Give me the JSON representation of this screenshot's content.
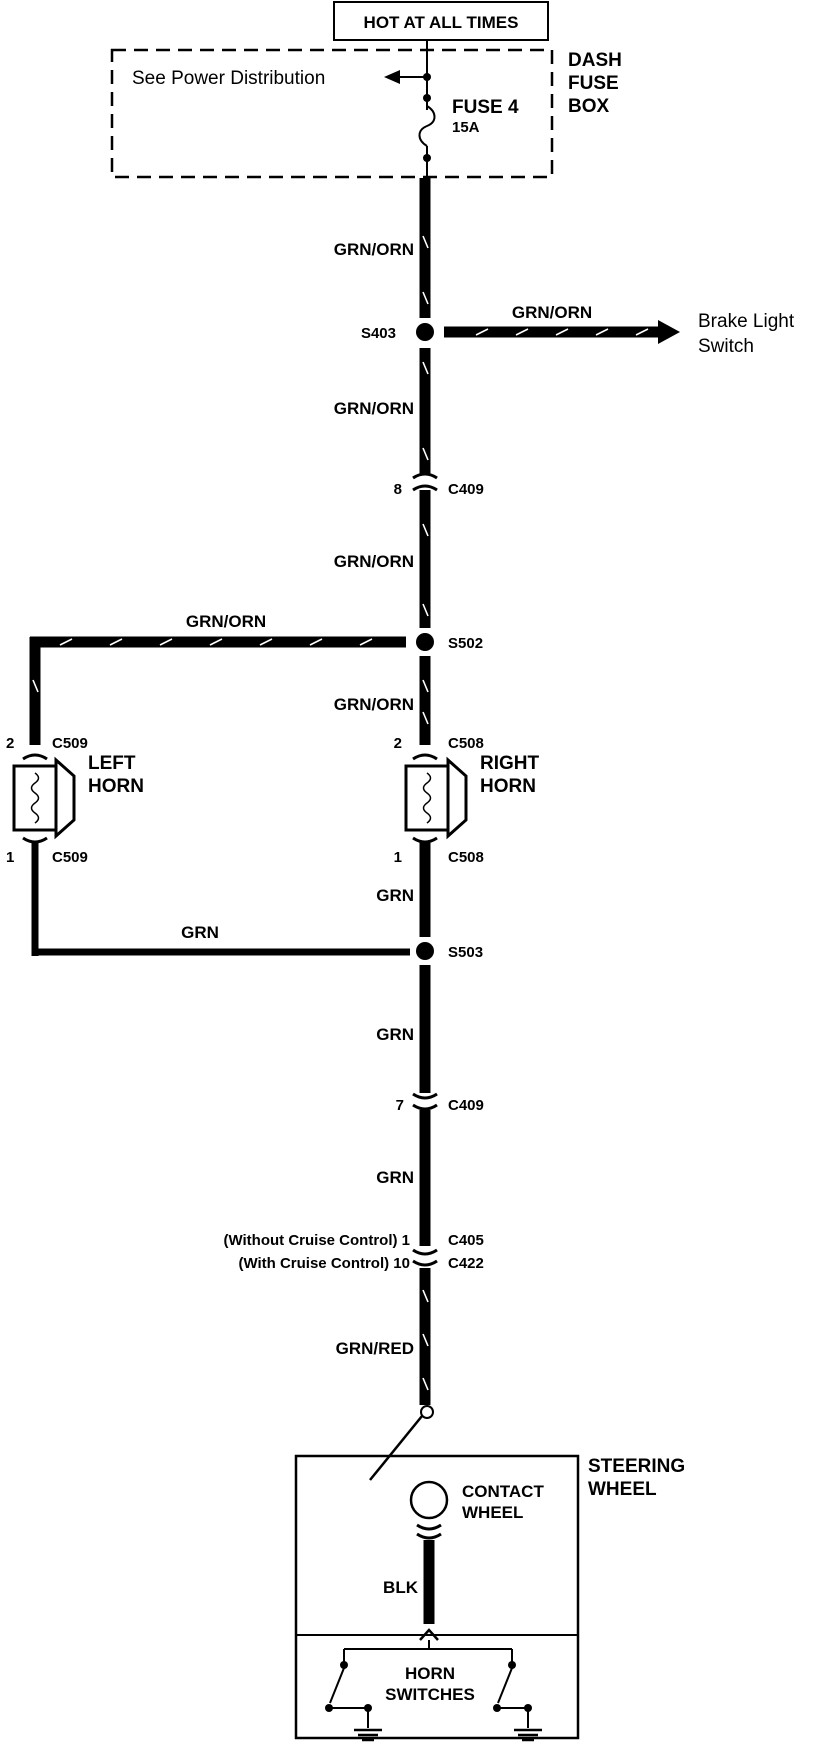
{
  "power": {
    "hot_label": "HOT AT ALL TIMES",
    "see_power_distribution": "See Power Distribution",
    "fuse_box": [
      "DASH",
      "FUSE",
      "BOX"
    ],
    "fuse_name": "FUSE 4",
    "fuse_rating": "15A"
  },
  "wires": {
    "w1": "GRN/ORN",
    "w_brake": "GRN/ORN",
    "w2": "GRN/ORN",
    "w3": "GRN/ORN",
    "w_left_top": "GRN/ORN",
    "w4": "GRN/ORN",
    "w5": "GRN",
    "w_left_bottom": "GRN",
    "w6": "GRN",
    "w7": "GRN",
    "w8": "GRN/RED",
    "w9": "BLK"
  },
  "splices": {
    "s403": "S403",
    "s502": "S502",
    "s503": "S503"
  },
  "brake_light_switch": [
    "Brake Light",
    "Switch"
  ],
  "connectors": {
    "c409_top_pin": "8",
    "c409_top": "C409",
    "c509_top_pin": "2",
    "c509_top": "C509",
    "c509_bot_pin": "1",
    "c509_bot": "C509",
    "c508_top_pin": "2",
    "c508_top": "C508",
    "c508_bot_pin": "1",
    "c508_bot": "C508",
    "c409_bot_pin": "7",
    "c409_bot": "C409",
    "c405_note": "(Without Cruise Control) 1",
    "c405": "C405",
    "c422_note": "(With Cruise Control) 10",
    "c422": "C422"
  },
  "horns": {
    "left": [
      "LEFT",
      "HORN"
    ],
    "right": [
      "RIGHT",
      "HORN"
    ]
  },
  "steering": {
    "title": [
      "STEERING",
      "WHEEL"
    ],
    "contact": [
      "CONTACT",
      "WHEEL"
    ],
    "switches": [
      "HORN",
      "SWITCHES"
    ]
  }
}
